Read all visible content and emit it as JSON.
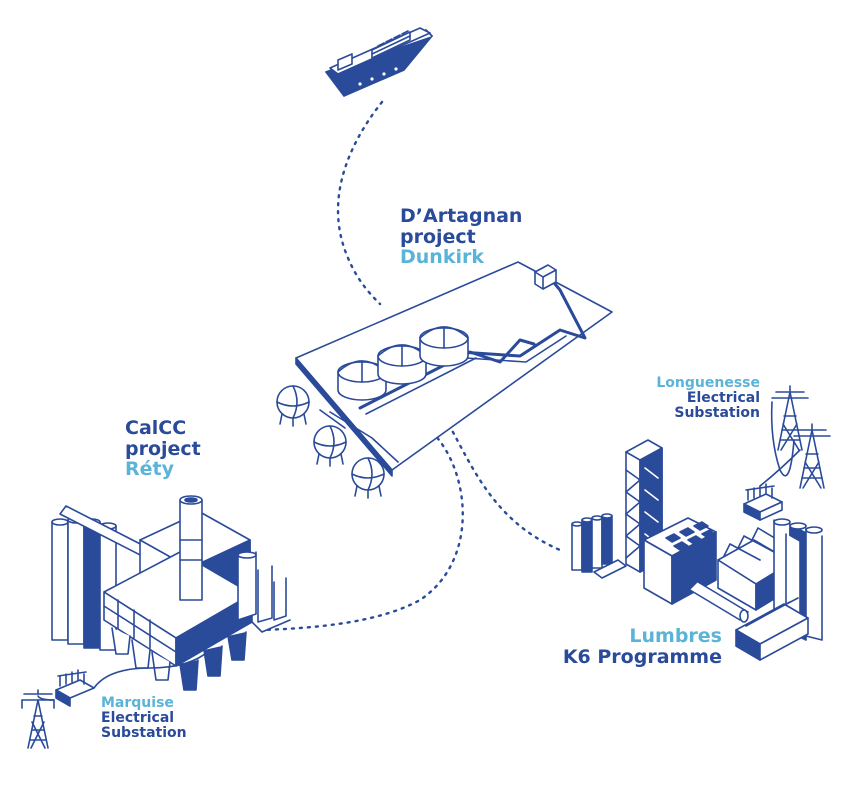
{
  "colors": {
    "dark_blue": "#2a4a9a",
    "light_blue": "#5ab4d8",
    "outline": "#2a4a9a",
    "background": "#ffffff"
  },
  "icons": [
    "cargo-ship-icon",
    "lng-terminal-icon",
    "cement-plant-icon",
    "power-pylon-icon",
    "industrial-plant-icon",
    "electrical-substation-icon"
  ],
  "labels": {
    "dartagnan": {
      "line1": "D’Artagnan",
      "line2": "project",
      "line3": "Dunkirk"
    },
    "calcc": {
      "line1": "CalCC",
      "line2": "project",
      "line3": "Réty"
    },
    "longuenesse": {
      "line1": "Longuenesse",
      "line2": "Electrical",
      "line3": "Substation"
    },
    "lumbres": {
      "line1": "Lumbres",
      "line2": "K6 Programme"
    },
    "marquise": {
      "line1": "Marquise",
      "line2": "Electrical",
      "line3": "Substation"
    }
  }
}
